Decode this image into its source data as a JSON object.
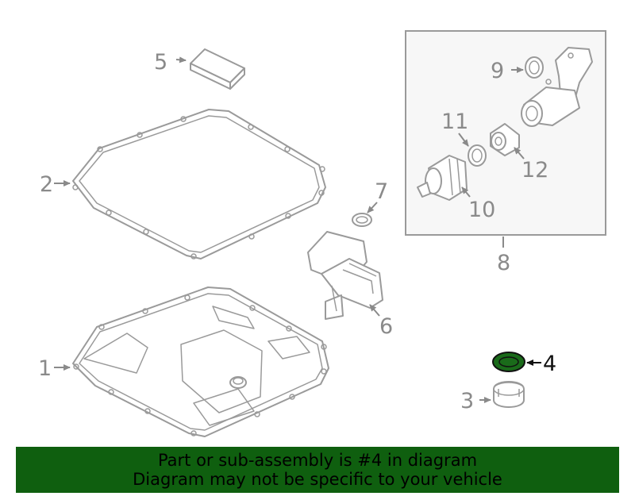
{
  "callouts": {
    "c1": "1",
    "c2": "2",
    "c3": "3",
    "c4": "4",
    "c5": "5",
    "c6": "6",
    "c7": "7",
    "c8": "8",
    "c9": "9",
    "c10": "10",
    "c11": "11",
    "c12": "12"
  },
  "highlight_color": "#1a6b1a",
  "banner": {
    "line1": "Part or sub-assembly is #4 in diagram",
    "line2": "Diagram may not be specific to your vehicle",
    "background": "#0f5f0f"
  }
}
